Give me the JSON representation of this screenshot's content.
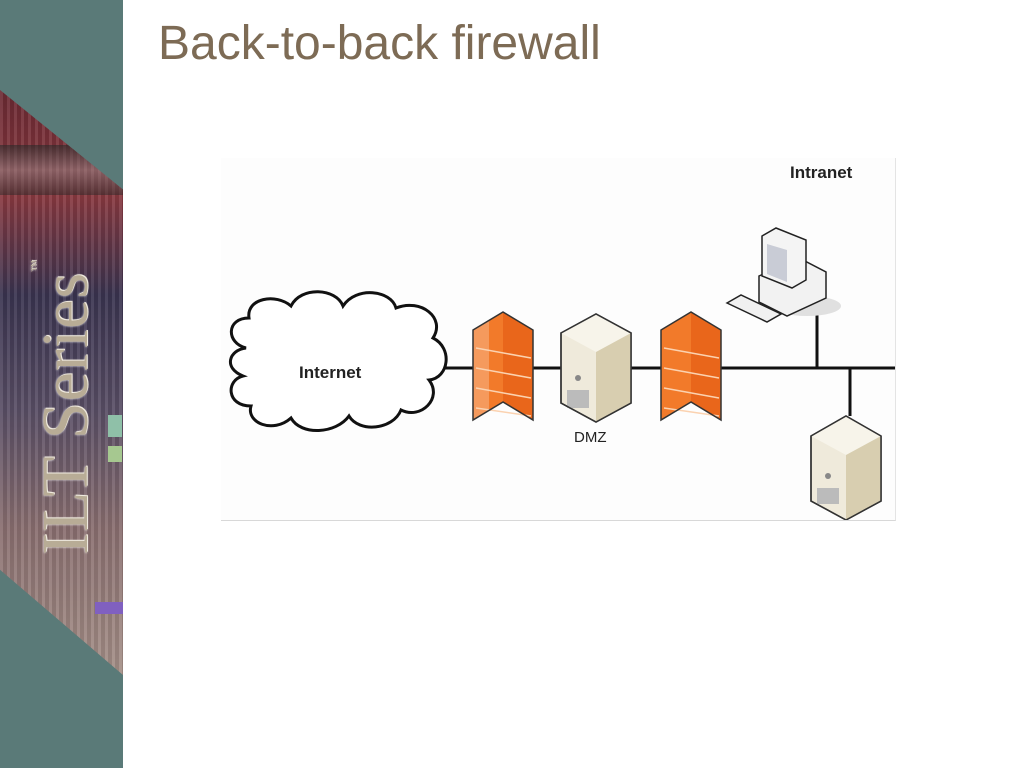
{
  "slide": {
    "title": "Back-to-back firewall"
  },
  "sidebar": {
    "logo_text": "ILT Series",
    "logo_mark": "™"
  },
  "diagram": {
    "labels": {
      "internet": "Internet",
      "dmz": "DMZ",
      "intranet": "Intranet"
    },
    "nodes": [
      {
        "id": "internet",
        "type": "cloud-icon"
      },
      {
        "id": "firewall-outer",
        "type": "firewall-icon"
      },
      {
        "id": "dmz-server",
        "type": "server-icon"
      },
      {
        "id": "firewall-inner",
        "type": "firewall-icon"
      },
      {
        "id": "intranet-workstation",
        "type": "workstation-icon"
      },
      {
        "id": "intranet-server",
        "type": "server-icon"
      }
    ],
    "colors": {
      "firewall": "#f0883a",
      "server": "#e8e2cc",
      "line": "#111111"
    }
  }
}
